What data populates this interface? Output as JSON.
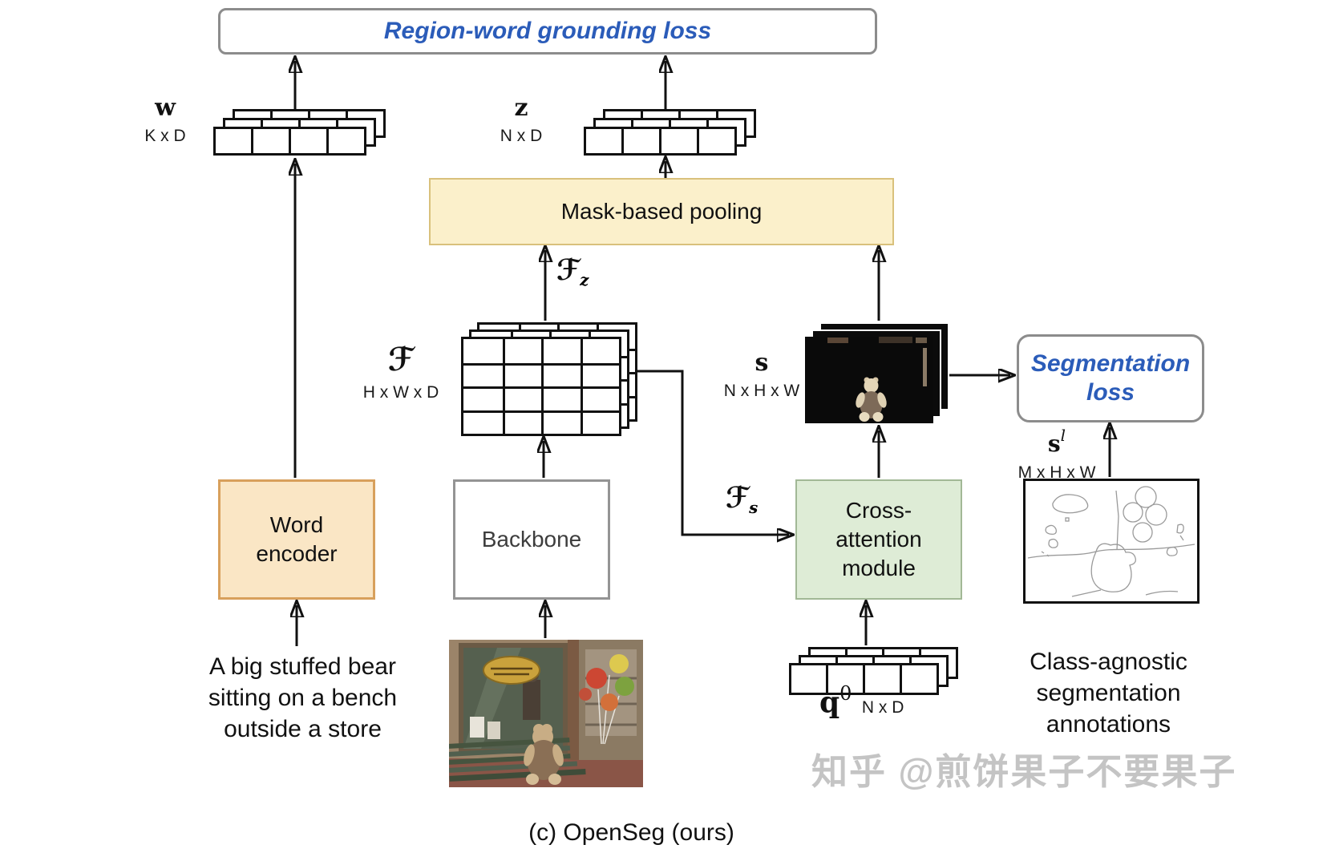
{
  "diagram": {
    "region_word_loss": "Region-word grounding loss",
    "segmentation_loss": [
      "Segmentation",
      "loss"
    ],
    "pooling": "Mask-based pooling",
    "word_encoder": [
      "Word",
      "encoder"
    ],
    "backbone": "Backbone",
    "cross_attention": [
      "Cross-",
      "attention",
      "module"
    ],
    "tensors": {
      "w": {
        "symbol": "w",
        "dims": "K x D"
      },
      "z": {
        "symbol": "z",
        "dims": "N x D"
      },
      "f": {
        "symbol": "ℱ",
        "dims": "H x W x D"
      },
      "f_z": {
        "symbol": "ℱ",
        "sub": "z"
      },
      "f_s": {
        "symbol": "ℱ",
        "sub": "s"
      },
      "s": {
        "symbol": "s",
        "dims": "N x H x W"
      },
      "s_l": {
        "symbol": "s",
        "sup": "l",
        "dims": "M x H x W"
      },
      "q": {
        "symbol": "q",
        "sup": "0",
        "dims": "N x D"
      }
    },
    "input_text": [
      "A big stuffed bear",
      "sitting on a bench",
      "outside a store"
    ],
    "annotations_caption": [
      "Class-agnostic",
      "segmentation",
      "annotations"
    ],
    "figure_caption": "(c) OpenSeg (ours)",
    "watermark": "知乎 @煎饼果子不要果子",
    "colors": {
      "loss_text": "#2b5cb9",
      "pooling_fill": "#fbf0cb",
      "pooling_border": "#d9c17c",
      "word_encoder_fill": "#fae6c5",
      "word_encoder_border": "#d8a05c",
      "cross_attention_fill": "#deecd6",
      "cross_attention_border": "#a2b896",
      "loss_box_border": "#8c8c8c",
      "arrow": "#111111"
    }
  }
}
